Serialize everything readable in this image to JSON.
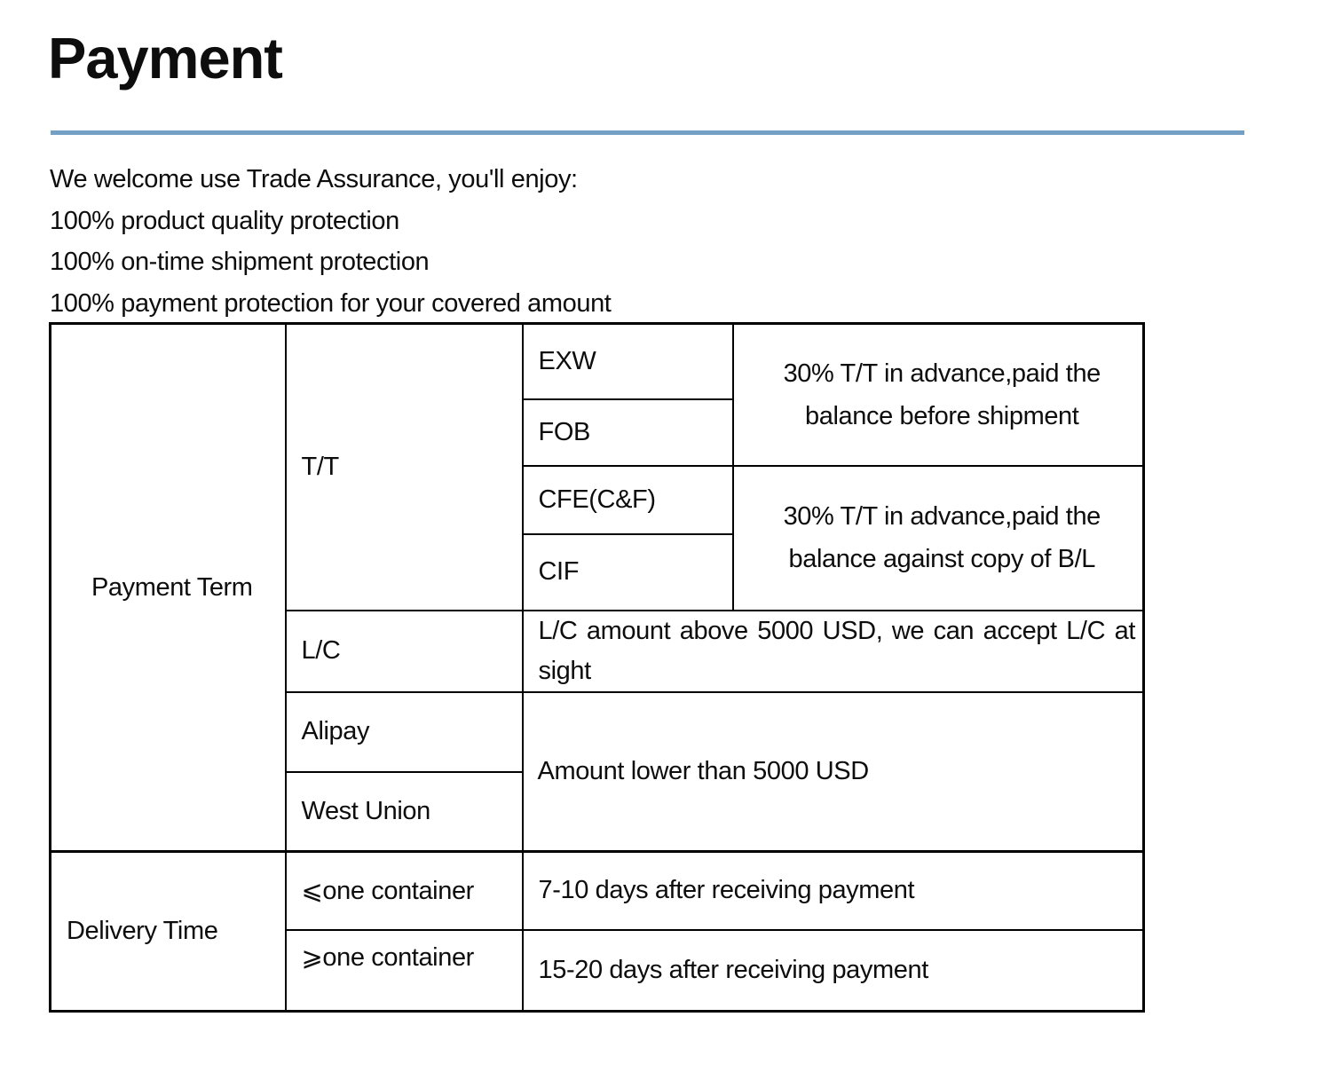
{
  "page": {
    "title": "Payment",
    "accent_color": "#74a0c6"
  },
  "intro_lines": [
    "We welcome use Trade Assurance, you'll enjoy:",
    "100% product quality protection",
    "100% on-time shipment protection",
    "100% payment protection for your covered amount"
  ],
  "table": {
    "payment_term_label": "Payment Term",
    "delivery_time_label": "Delivery Time",
    "tt_label": "T/T",
    "lc_label": "L/C",
    "alipay_label": "Alipay",
    "west_union_label": "West Union",
    "incoterms": {
      "exw": "EXW",
      "fob": "FOB",
      "cfe": "CFE(C&F)",
      "cif": "CIF"
    },
    "tt_terms_before_shipment": {
      "line1": "30% T/T in advance,paid the",
      "line2": "balance before shipment"
    },
    "tt_terms_copy_bl": {
      "line1": "30% T/T in advance,paid the",
      "line2": "balance against copy of B/L"
    },
    "lc_terms": {
      "line1": "L/C amount above 5000 USD, we can accept L/C at",
      "line2": "sight"
    },
    "small_amount_terms": "Amount lower than 5000 USD",
    "le_container_label": "⩽one container",
    "ge_container_label": "⩾one container",
    "le_delivery_time": "7-10 days after receiving payment",
    "ge_delivery_time": "15-20 days after receiving payment"
  }
}
